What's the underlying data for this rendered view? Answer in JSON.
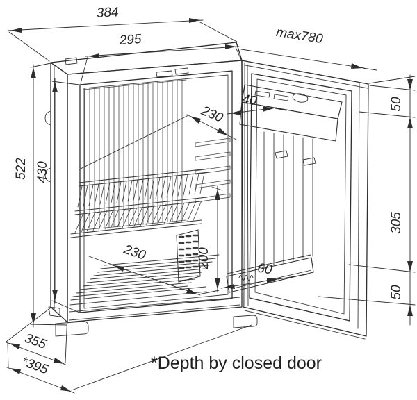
{
  "drawing": {
    "note": "*Depth by closed door",
    "dims": {
      "overall_width": "384",
      "interior_width": "295",
      "max_depth_door_open": "max780",
      "overall_height": "522",
      "interior_height": "430",
      "interior_depth_upper": "230",
      "door_shelf_top_depth": "40",
      "door_top_edge": "50",
      "door_mid_section": "305",
      "door_bottom_edge": "50",
      "interior_depth_lower": "230",
      "lower_compartment_height": "200",
      "door_shelf_bottom_depth": "60",
      "cabinet_depth": "355",
      "depth_closed_door": "*395"
    }
  }
}
